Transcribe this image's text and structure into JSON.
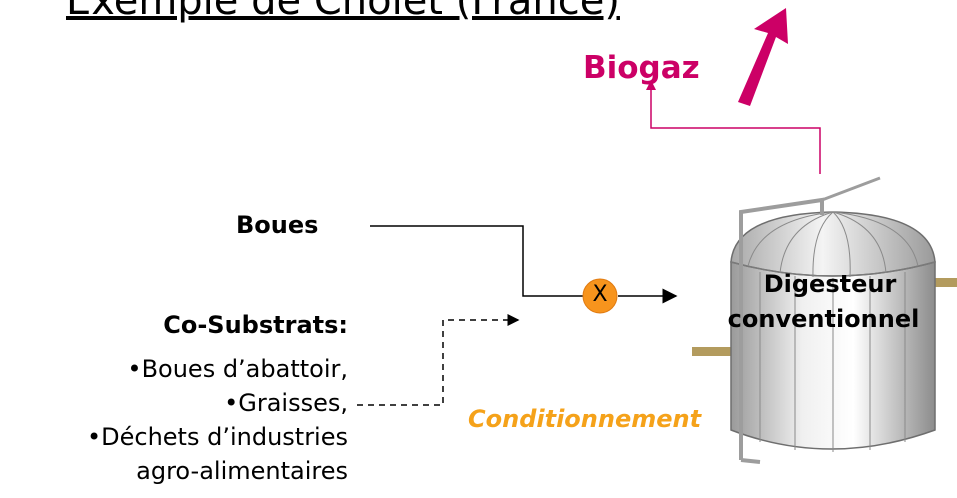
{
  "title": "Exemple de Cholet (France)",
  "labels": {
    "biogaz": "Biogaz",
    "boues": "Boues",
    "co_substrats_heading": "Co-Substrats:",
    "co_substrats_items": [
      "•Boues d’abattoir,",
      "•Graisses,",
      "•Déchets d’industries",
      "agro-alimentaires"
    ],
    "mixer_symbol": "X",
    "conditionnement": "Conditionnement",
    "digester_line1": "Digesteur",
    "digester_line2": "conventionnel"
  },
  "colors": {
    "biogaz": "#cc0066",
    "conditionnement": "#f5a21a",
    "mixer_fill": "#f7941d",
    "line": "#000000"
  }
}
